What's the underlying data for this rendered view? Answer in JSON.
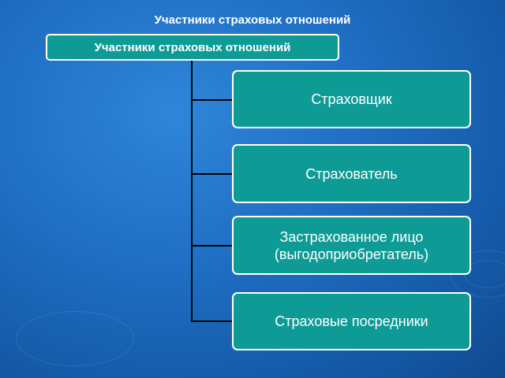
{
  "page_title": "Участники страховых отношений",
  "diagram": {
    "root": "Участники страховых отношений",
    "children": [
      "Страховщик",
      "Страхователь",
      "Застрахованное лицо\n(выгодоприобретатель)",
      "Страховые посредники"
    ]
  },
  "colors": {
    "box_fill": "#0f9b95",
    "box_border": "#ffffff",
    "background": "#1f6fc4",
    "connector": "#000000"
  }
}
